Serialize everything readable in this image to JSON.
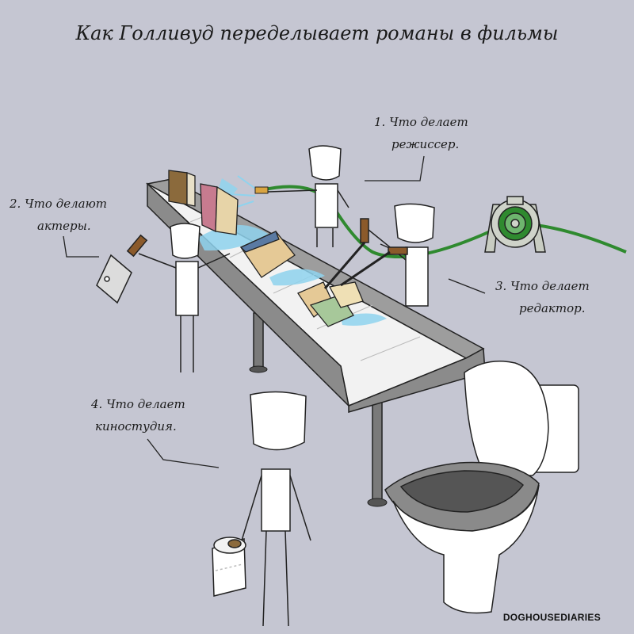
{
  "title": "Как Голливуд переделывает романы в фильмы",
  "captions": {
    "director": [
      "1. Что делает",
      "режиссер."
    ],
    "actors": [
      "2. Что делают",
      "актеры."
    ],
    "editor": [
      "3. Что делает",
      "редактор."
    ],
    "studio": [
      "4. Что делает",
      "киностудия."
    ]
  },
  "credit": "DOGHOUSEDIARIES",
  "colors": {
    "background": "#c5c6d2",
    "belt": "#f3f3f3",
    "frame": "#8d8d8d",
    "hose": "#2f8a2f",
    "water": "#8fd3ee",
    "toilet_bowl": "#6e6e6e"
  }
}
